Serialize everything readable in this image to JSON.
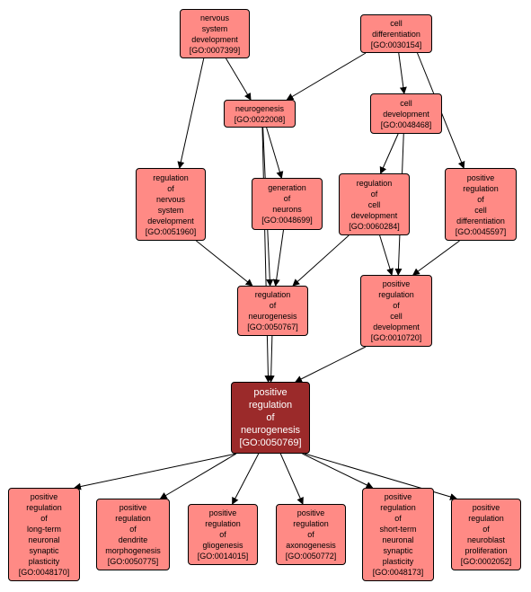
{
  "colors": {
    "node_fill": "#ff8a85",
    "focus_fill": "#9b2a2a",
    "edge": "#000000"
  },
  "nodes": {
    "nervous_system_development": {
      "lines": [
        "nervous",
        "system",
        "development",
        "[GO:0007399]"
      ]
    },
    "cell_differentiation": {
      "lines": [
        "cell",
        "differentiation",
        "[GO:0030154]"
      ]
    },
    "neurogenesis": {
      "lines": [
        "neurogenesis",
        "[GO:0022008]"
      ]
    },
    "cell_development": {
      "lines": [
        "cell",
        "development",
        "[GO:0048468]"
      ]
    },
    "regulation_of_nervous_system_development": {
      "lines": [
        "regulation",
        "of",
        "nervous",
        "system",
        "development",
        "[GO:0051960]"
      ]
    },
    "generation_of_neurons": {
      "lines": [
        "generation",
        "of",
        "neurons",
        "[GO:0048699]"
      ]
    },
    "regulation_of_cell_development": {
      "lines": [
        "regulation",
        "of",
        "cell",
        "development",
        "[GO:0060284]"
      ]
    },
    "positive_regulation_of_cell_differentiation": {
      "lines": [
        "positive",
        "regulation",
        "of",
        "cell",
        "differentiation",
        "[GO:0045597]"
      ]
    },
    "regulation_of_neurogenesis": {
      "lines": [
        "regulation",
        "of",
        "neurogenesis",
        "[GO:0050767]"
      ]
    },
    "positive_regulation_of_cell_development": {
      "lines": [
        "positive",
        "regulation",
        "of",
        "cell",
        "development",
        "[GO:0010720]"
      ]
    },
    "positive_regulation_of_neurogenesis": {
      "lines": [
        "positive",
        "regulation",
        "of",
        "neurogenesis",
        "[GO:0050769]"
      ]
    },
    "positive_regulation_of_long_term_neuronal_synaptic_plasticity": {
      "lines": [
        "positive",
        "regulation",
        "of",
        "long-term",
        "neuronal",
        "synaptic",
        "plasticity",
        "[GO:0048170]"
      ]
    },
    "positive_regulation_of_dendrite_morphogenesis": {
      "lines": [
        "positive",
        "regulation",
        "of",
        "dendrite",
        "morphogenesis",
        "[GO:0050775]"
      ]
    },
    "positive_regulation_of_gliogenesis": {
      "lines": [
        "positive",
        "regulation",
        "of",
        "gliogenesis",
        "[GO:0014015]"
      ]
    },
    "positive_regulation_of_axonogenesis": {
      "lines": [
        "positive",
        "regulation",
        "of",
        "axonogenesis",
        "[GO:0050772]"
      ]
    },
    "positive_regulation_of_short_term_neuronal_synaptic_plasticity": {
      "lines": [
        "positive",
        "regulation",
        "of",
        "short-term",
        "neuronal",
        "synaptic",
        "plasticity",
        "[GO:0048173]"
      ]
    },
    "positive_regulation_of_neuroblast_proliferation": {
      "lines": [
        "positive",
        "regulation",
        "of",
        "neuroblast",
        "proliferation",
        "[GO:0002052]"
      ]
    }
  },
  "edges": [
    [
      "nervous_system_development",
      "neurogenesis"
    ],
    [
      "nervous_system_development",
      "regulation_of_nervous_system_development"
    ],
    [
      "cell_differentiation",
      "neurogenesis"
    ],
    [
      "cell_differentiation",
      "cell_development"
    ],
    [
      "cell_differentiation",
      "positive_regulation_of_cell_differentiation"
    ],
    [
      "neurogenesis",
      "generation_of_neurons"
    ],
    [
      "neurogenesis",
      "regulation_of_neurogenesis"
    ],
    [
      "neurogenesis",
      "positive_regulation_of_neurogenesis"
    ],
    [
      "cell_development",
      "regulation_of_cell_development"
    ],
    [
      "cell_development",
      "positive_regulation_of_cell_development"
    ],
    [
      "regulation_of_nervous_system_development",
      "regulation_of_neurogenesis"
    ],
    [
      "generation_of_neurons",
      "regulation_of_neurogenesis"
    ],
    [
      "regulation_of_cell_development",
      "regulation_of_neurogenesis"
    ],
    [
      "regulation_of_cell_development",
      "positive_regulation_of_cell_development"
    ],
    [
      "positive_regulation_of_cell_differentiation",
      "positive_regulation_of_cell_development"
    ],
    [
      "regulation_of_neurogenesis",
      "positive_regulation_of_neurogenesis"
    ],
    [
      "positive_regulation_of_cell_development",
      "positive_regulation_of_neurogenesis"
    ],
    [
      "positive_regulation_of_neurogenesis",
      "positive_regulation_of_long_term_neuronal_synaptic_plasticity"
    ],
    [
      "positive_regulation_of_neurogenesis",
      "positive_regulation_of_dendrite_morphogenesis"
    ],
    [
      "positive_regulation_of_neurogenesis",
      "positive_regulation_of_gliogenesis"
    ],
    [
      "positive_regulation_of_neurogenesis",
      "positive_regulation_of_axonogenesis"
    ],
    [
      "positive_regulation_of_neurogenesis",
      "positive_regulation_of_short_term_neuronal_synaptic_plasticity"
    ],
    [
      "positive_regulation_of_neurogenesis",
      "positive_regulation_of_neuroblast_proliferation"
    ]
  ]
}
